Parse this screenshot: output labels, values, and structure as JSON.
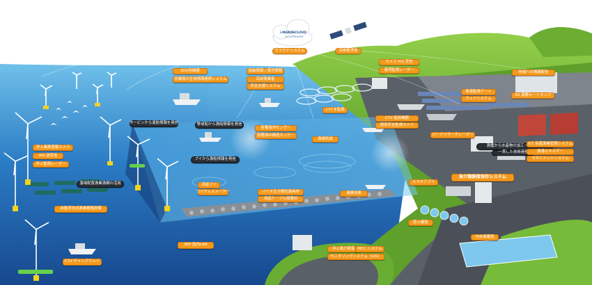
{
  "colors": {
    "sky": "#ffffff",
    "sea_deep": "#1a4e96",
    "sea_mid": "#2a7bc4",
    "sea_light": "#6fc0ea",
    "land_green": "#7cbd3a",
    "land_dark": "#4d8f24",
    "road_grey": "#5a6068",
    "label_orange": "#f39a1e",
    "label_dark": "#2a2f36",
    "accent_green": "#74c043"
  },
  "logo": {
    "brand": "i-MARINECLOUD",
    "tagline": "SmartFisheries"
  },
  "labels": {
    "cloud_system": "クラウドシステム",
    "satellite": "沿岸部浮体",
    "camera_ais": "カメラ  AIS 受信",
    "harbor_radar": "港湾監視レーダー",
    "region_info": "地域への情報配信",
    "route_map": "3D 運搬ルートマップ",
    "sov": "SOV用機器",
    "vessel_support": "作業員の生体情報連携システム",
    "ship_info": "船舶情報 / 漁労情報",
    "coastal_safety_a": "沿岸漁業者",
    "coastal_safety_b": "安全支援システム",
    "cage_monitor": "いけす監視",
    "harbor_gateway_a": "漁港監視ゲート",
    "harbor_gateway_b": "ウェイシステム",
    "ctv_camera_a": "CTV 船用機器",
    "ctv_camera_b": "適用安全監視カメラ",
    "bird_radar": "バードリサーチレーダー",
    "offshore_camera": "洋上風車搭載カメラ",
    "ais_recv": "AIS 送受信",
    "offshore_radar": "洋上監視レーダー",
    "turbine_info": "タービンから運航情報を発信",
    "warn_fishing": "警戒船から漁船情報を発信",
    "buoy_info": "ブイから漁船情報を発信",
    "sensor_a": "各種海洋センサー",
    "sensor_b": "各種海中構造センサー",
    "reef": "漁場形成",
    "buoy": "浮遊ブイ",
    "wave_meter": "ワイヤレスメーター",
    "kelp_label": "藻場配置漁業漁網の活用",
    "auto_float": "自動浮沈式漁業養殖設備",
    "bio_a": "バイオ生分解性漁具材",
    "bio_b": "海底ケーブル保護材",
    "fish_gather": "漁礁効果",
    "smart_app": "スマホアプリ",
    "land_farm": "陸上養殖",
    "sep_lan": "SEP 船内LAN",
    "processing_info_a": "漁獲から水産物の加工・販売まで",
    "processing_info_b": "一貫した技術連携",
    "ict": "ICT 高度漁業管理システム",
    "energy_a": "漁港エネルギー",
    "energy_b": "マネジメントシステム",
    "retail": "魚介類鮮度保存システム",
    "offshore_sub": "洋上風力発電",
    "mcc": "MCC システム",
    "monitoring": "モニタリングシステム（GIS）",
    "ctv_gangway": "CTV ギャングウェイ",
    "inland_farm": "内水面養殖"
  }
}
